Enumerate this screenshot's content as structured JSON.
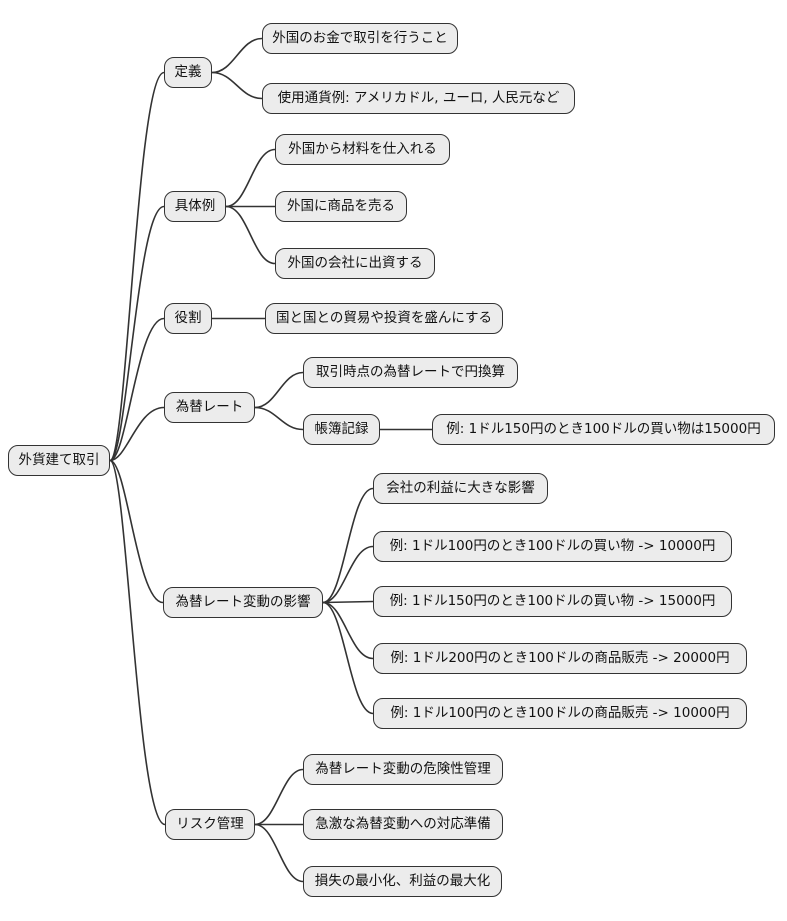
{
  "diagram": {
    "type": "mindmap",
    "colors": {
      "background": "#ffffff",
      "node_fill": "#ececec",
      "node_border": "#333333",
      "edge": "#333333",
      "text": "#111111"
    }
  },
  "mindmap": {
    "root": {
      "label": "外貨建て取引"
    },
    "branches": [
      {
        "label": "定義",
        "children": [
          {
            "label": "外国のお金で取引を行うこと"
          },
          {
            "label": "使用通貨例: アメリカドル, ユーロ, 人民元など"
          }
        ]
      },
      {
        "label": "具体例",
        "children": [
          {
            "label": "外国から材料を仕入れる"
          },
          {
            "label": "外国に商品を売る"
          },
          {
            "label": "外国の会社に出資する"
          }
        ]
      },
      {
        "label": "役割",
        "children": [
          {
            "label": "国と国との貿易や投資を盛んにする"
          }
        ]
      },
      {
        "label": "為替レート",
        "children": [
          {
            "label": "取引時点の為替レートで円換算"
          },
          {
            "label": "帳簿記録",
            "children": [
              {
                "label": "例: 1ドル150円のとき100ドルの買い物は15000円"
              }
            ]
          }
        ]
      },
      {
        "label": "為替レート変動の影響",
        "children": [
          {
            "label": "会社の利益に大きな影響"
          },
          {
            "label": "例: 1ドル100円のとき100ドルの買い物 -> 10000円"
          },
          {
            "label": "例: 1ドル150円のとき100ドルの買い物 -> 15000円"
          },
          {
            "label": "例: 1ドル200円のとき100ドルの商品販売 -> 20000円"
          },
          {
            "label": "例: 1ドル100円のとき100ドルの商品販売 -> 10000円"
          }
        ]
      },
      {
        "label": "リスク管理",
        "children": [
          {
            "label": "為替レート変動の危険性管理"
          },
          {
            "label": "急激な為替変動への対応準備"
          },
          {
            "label": "損失の最小化、利益の最大化"
          }
        ]
      }
    ]
  }
}
